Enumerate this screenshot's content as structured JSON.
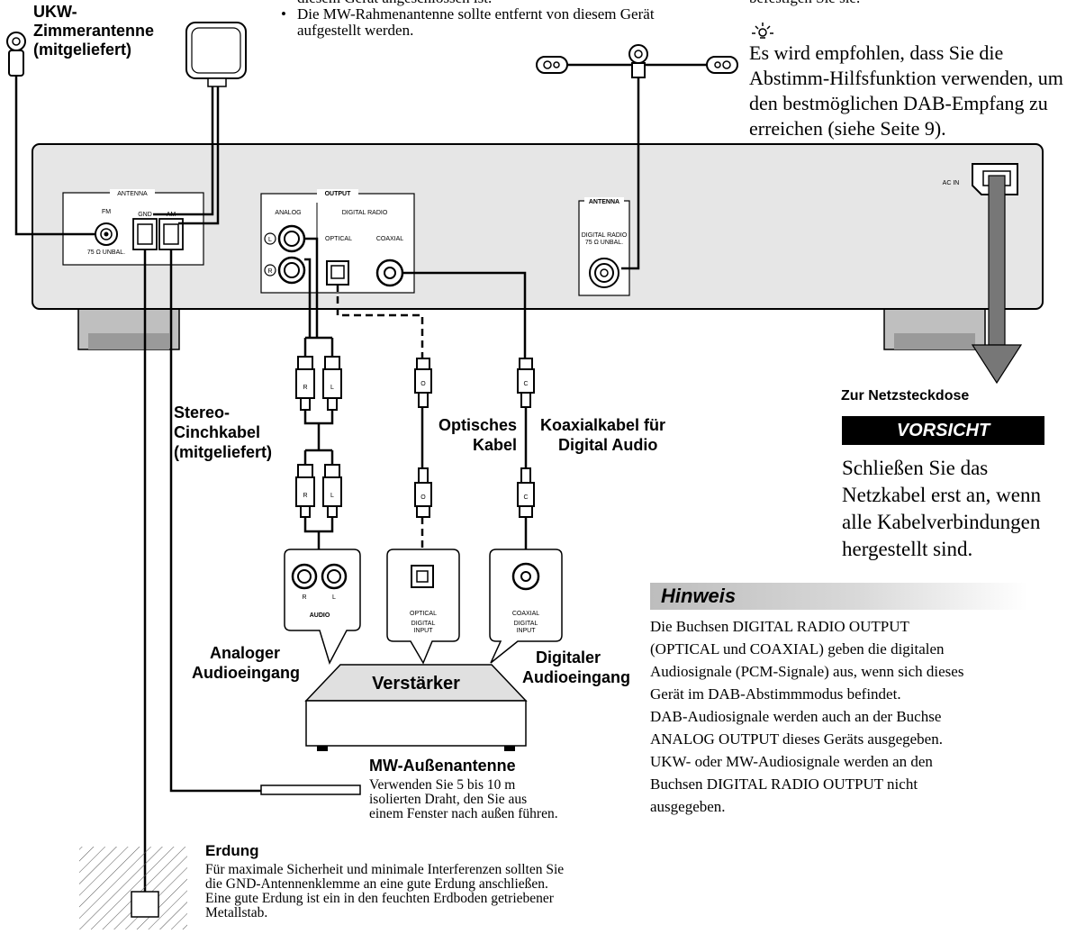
{
  "top_notes": {
    "line1": "diesem Gerät angeschlossen ist.",
    "line2": "Die MW-Rahmenantenne sollte entfernt von diesem Gerät",
    "line3": "aufgestellt werden.",
    "right_top": "befestigen Sie sie."
  },
  "ukw_antenna": {
    "label_line1": "UKW-",
    "label_line2": "Zimmerantenne",
    "label_line3": "(mitgeliefert)"
  },
  "tip": {
    "line1": "Es wird empfohlen, dass Sie die",
    "line2": "Abstimm-Hilfsfunktion verwenden, um",
    "line3": "den bestmöglichen DAB-Empfang zu",
    "line4": "erreichen (siehe Seite 9)."
  },
  "panel": {
    "antenna_group": "ANTENNA",
    "fm": "FM",
    "fm_impedance": "75 Ω UNBAL.",
    "gnd": "GND",
    "am": "AM",
    "output_group": "OUTPUT",
    "analog": "ANALOG",
    "digital_radio": "DIGITAL RADIO",
    "optical": "OPTICAL",
    "coaxial": "COAXIAL",
    "left_mark": "L",
    "right_mark": "R",
    "dab_group": "ANTENNA",
    "dab_jack_line1": "DIGITAL RADIO",
    "dab_jack_line2": "75 Ω UNBAL.",
    "ac_in": "AC IN"
  },
  "power": {
    "label": "Zur Netzsteckdose",
    "caution": "VORSICHT",
    "caution_line1": "Schließen Sie das",
    "caution_line2": "Netzkabel erst an, wenn",
    "caution_line3": "alle Kabelverbindungen",
    "caution_line4": "hergestellt sind."
  },
  "cables": {
    "stereo_line1": "Stereo-",
    "stereo_line2": "Cinchkabel",
    "stereo_line3": "(mitgeliefert)",
    "optical_line1": "Optisches",
    "optical_line2": "Kabel",
    "coax_line1": "Koaxialkabel für",
    "coax_line2": "Digital Audio",
    "plug_r": "R",
    "plug_l": "L",
    "plug_o": "O",
    "plug_c": "C"
  },
  "amplifier": {
    "label": "Verstärker",
    "analog_input_line1": "Analoger",
    "analog_input_line2": "Audioeingang",
    "digital_input_line1": "Digitaler",
    "digital_input_line2": "Audioeingang",
    "audio": "AUDIO",
    "optical_small": "OPTICAL",
    "coaxial_small": "COAXIAL",
    "digital_input_1": "DIGITAL",
    "digital_input_2": "INPUT"
  },
  "mw_outdoor": {
    "title": "MW-Außenantenne",
    "line1": "Verwenden Sie 5 bis 10 m",
    "line2": "isolierten Draht, den Sie aus",
    "line3": "einem Fenster nach außen führen."
  },
  "ground": {
    "title": "Erdung",
    "line1": "Für maximale Sicherheit und minimale Interferenzen sollten Sie",
    "line2": "die GND-Antennenklemme an eine gute Erdung anschließen.",
    "line3": "Eine gute Erdung ist ein in den feuchten Erdboden getriebener",
    "line4": "Metallstab."
  },
  "note": {
    "title": "Hinweis",
    "line1": "Die Buchsen DIGITAL RADIO OUTPUT",
    "line2": "(OPTICAL und COAXIAL) geben die digitalen",
    "line3": "Audiosignale (PCM-Signale) aus, wenn sich dieses",
    "line4": "Gerät im DAB-Abstimmmodus befindet.",
    "line5": "DAB-Audiosignale werden auch an der Buchse",
    "line6": "ANALOG OUTPUT dieses Geräts ausgegeben.",
    "line7": "UKW- oder MW-Audiosignale werden an den",
    "line8": "Buchsen DIGITAL RADIO OUTPUT nicht",
    "line9": "ausgegeben."
  },
  "colors": {
    "panel_fill": "#e6e6e6",
    "feet_fill": "#bfbfbf",
    "caution_bg": "#000000"
  }
}
